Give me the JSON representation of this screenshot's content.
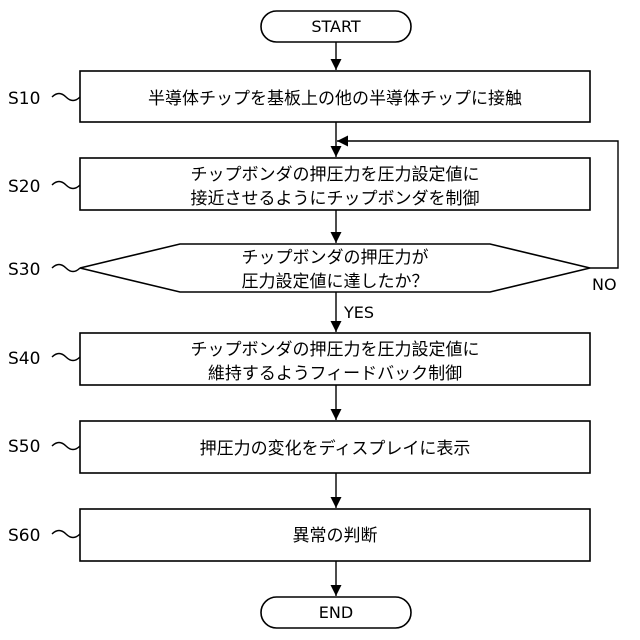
{
  "terminals": {
    "start": "START",
    "end": "END"
  },
  "steps": [
    {
      "id": "S10",
      "lines": [
        "半導体チップを基板上の他の半導体チップに接触"
      ]
    },
    {
      "id": "S20",
      "lines": [
        "チップボンダの押圧力を圧力設定値に",
        "接近させるようにチップボンダを制御"
      ]
    },
    {
      "id": "S30",
      "lines": [
        "チップボンダの押圧力が",
        "圧力設定値に達したか？"
      ]
    },
    {
      "id": "S40",
      "lines": [
        "チップボンダの押圧力を圧力設定値に",
        "維持するようフィードバック制御"
      ]
    },
    {
      "id": "S50",
      "lines": [
        "押圧力の変化をディスプレイに表示"
      ]
    },
    {
      "id": "S60",
      "lines": [
        "異常の判断"
      ]
    }
  ],
  "branches": {
    "yes": "YES",
    "no": "NO"
  }
}
